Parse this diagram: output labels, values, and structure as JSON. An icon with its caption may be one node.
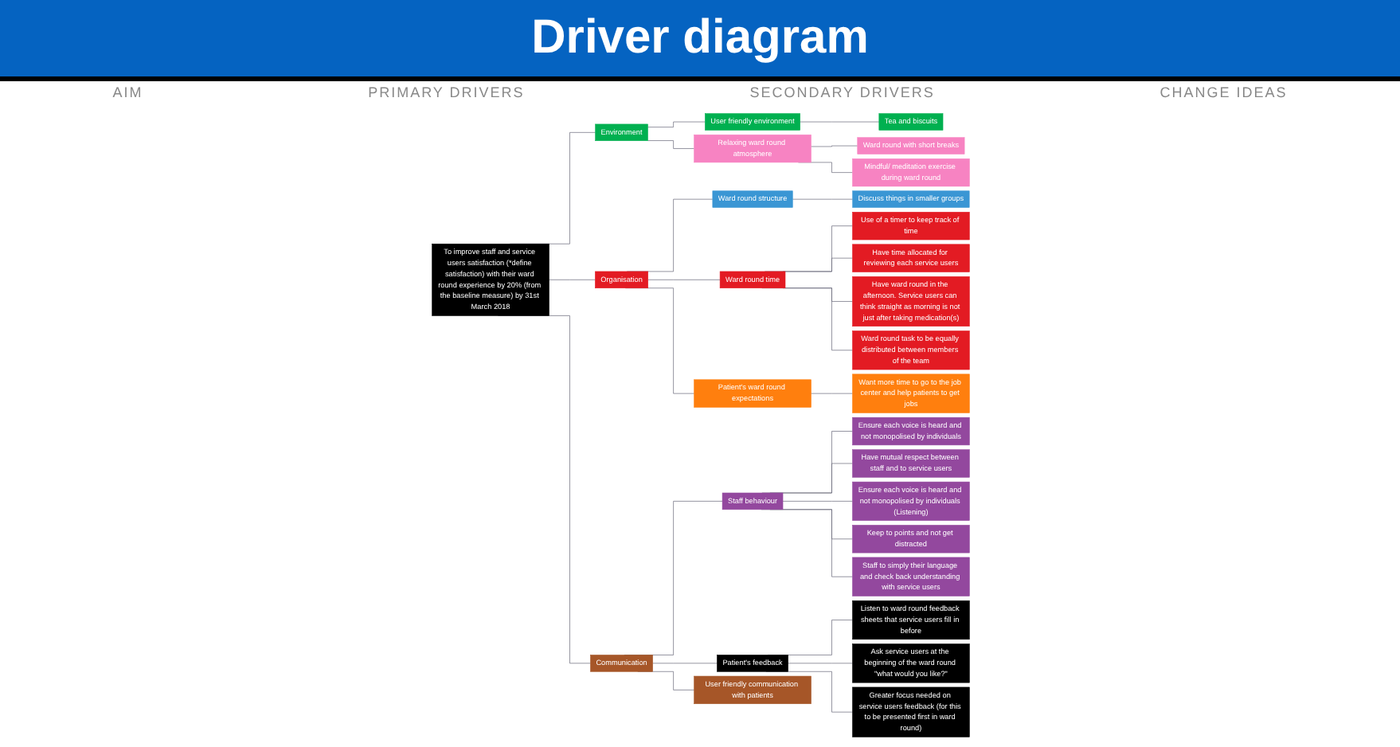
{
  "diagram": {
    "title": "Driver diagram",
    "nodes": [
      {
        "text": [
          "To improve staff and service users satisfaction (*define satisfaction) with their ward round experience by 20% (from the baseline measure) by 31st March 2018"
        ]
      },
      {
        "text": [
          "Environment"
        ]
      },
      {
        "text": [
          "Organisation"
        ]
      },
      {
        "text": [
          "Communication"
        ]
      },
      {
        "text": [
          "User friendly environment"
        ]
      },
      {
        "text": [
          "Relaxing ward round atmosphere"
        ]
      },
      {
        "text": [
          "Ward round structure"
        ]
      },
      {
        "text": [
          "Ward round time"
        ]
      },
      {
        "text": [
          "Staff behaviour"
        ]
      },
      {
        "text": [
          "Patient's ward round expectations"
        ]
      },
      {
        "text": [
          "Patient's feedback"
        ]
      },
      {
        "text": [
          "User friendly communication with patients"
        ]
      },
      {
        "text": [
          "Tea and biscuits"
        ]
      },
      {
        "text": [
          "Ward round with short breaks"
        ]
      },
      {
        "text": [
          "Mindful/ meditation exercise during ward round"
        ]
      },
      {
        "text": [
          "Discuss things in smaller groups"
        ]
      },
      {
        "text": [
          "Use of a timer to keep track of time"
        ]
      },
      {
        "text": [
          "Have time allocated for reviewing each service users"
        ]
      },
      {
        "text": [
          "Have ward round in the afternoon. Service users can think straight as morning is not just after taking medication(s)"
        ]
      },
      {
        "text": [
          "Ward round task to be equally distributed between members of the team"
        ]
      },
      {
        "text": [
          "Ensure each voice is heard and not monopolised by individuals"
        ]
      },
      {
        "text": [
          "Have mutual respect between staff and to service users"
        ]
      },
      {
        "text": [
          "Ensure each voice is heard and not monopolised by individuals (Listening)"
        ]
      },
      {
        "text": [
          "Keep to points and not get distracted"
        ]
      },
      {
        "text": [
          "Staff to simply their language and check back understanding with service users"
        ]
      },
      {
        "text": [
          "Want more time to go to the job center and help patients to get jobs"
        ]
      },
      {
        "text": [
          "Listen to ward round feedback sheets that service users fill in before"
        ]
      },
      {
        "text": [
          "Ask service users at the beginning of the ward round \"what would you like?\""
        ]
      },
      {
        "text": [
          "Greater focus needed on service users feedback (for this to be presented first in ward round)"
        ]
      }
    ],
    "edges": [
      {
        "from": 0,
        "to": 1,
        "arrow": "none"
      },
      {
        "from": 0,
        "to": 2,
        "arrow": "none"
      },
      {
        "from": 0,
        "to": 3,
        "arrow": "none"
      },
      {
        "from": 1,
        "to": 4,
        "arrow": "none"
      },
      {
        "from": 1,
        "to": 5,
        "arrow": "none"
      },
      {
        "from": 2,
        "to": 6,
        "arrow": "none"
      },
      {
        "from": 2,
        "to": 7,
        "arrow": "none"
      },
      {
        "from": 2,
        "to": 9,
        "arrow": "none"
      },
      {
        "from": 3,
        "to": 8,
        "arrow": "none"
      },
      {
        "from": 3,
        "to": 10,
        "arrow": "none"
      },
      {
        "from": 3,
        "to": 11,
        "arrow": "none"
      },
      {
        "from": 4,
        "to": 12,
        "arrow": "none"
      },
      {
        "from": 5,
        "to": 13,
        "arrow": "none"
      },
      {
        "from": 5,
        "to": 14,
        "arrow": "none"
      },
      {
        "from": 6,
        "to": 15,
        "arrow": "none"
      },
      {
        "from": 7,
        "to": 16,
        "arrow": "none"
      },
      {
        "from": 7,
        "to": 17,
        "arrow": "none"
      },
      {
        "from": 7,
        "to": 18,
        "arrow": "none"
      },
      {
        "from": 7,
        "to": 19,
        "arrow": "none"
      },
      {
        "from": 8,
        "to": 20,
        "arrow": "none"
      },
      {
        "from": 8,
        "to": 21,
        "arrow": "none"
      },
      {
        "from": 8,
        "to": 22,
        "arrow": "none"
      },
      {
        "from": 8,
        "to": 23,
        "arrow": "none"
      },
      {
        "from": 8,
        "to": 24,
        "arrow": "none"
      },
      {
        "from": 9,
        "to": 25,
        "arrow": "none"
      },
      {
        "from": 10,
        "to": 26,
        "arrow": "none"
      },
      {
        "from": 10,
        "to": 27,
        "arrow": "none"
      },
      {
        "from": 10,
        "to": 28,
        "arrow": "none"
      }
    ],
    "labels": [
      "AIM",
      "PRIMARY DRIVERS",
      "SECONDARY DRIVERS",
      "CHANGE IDEAS"
    ]
  }
}
